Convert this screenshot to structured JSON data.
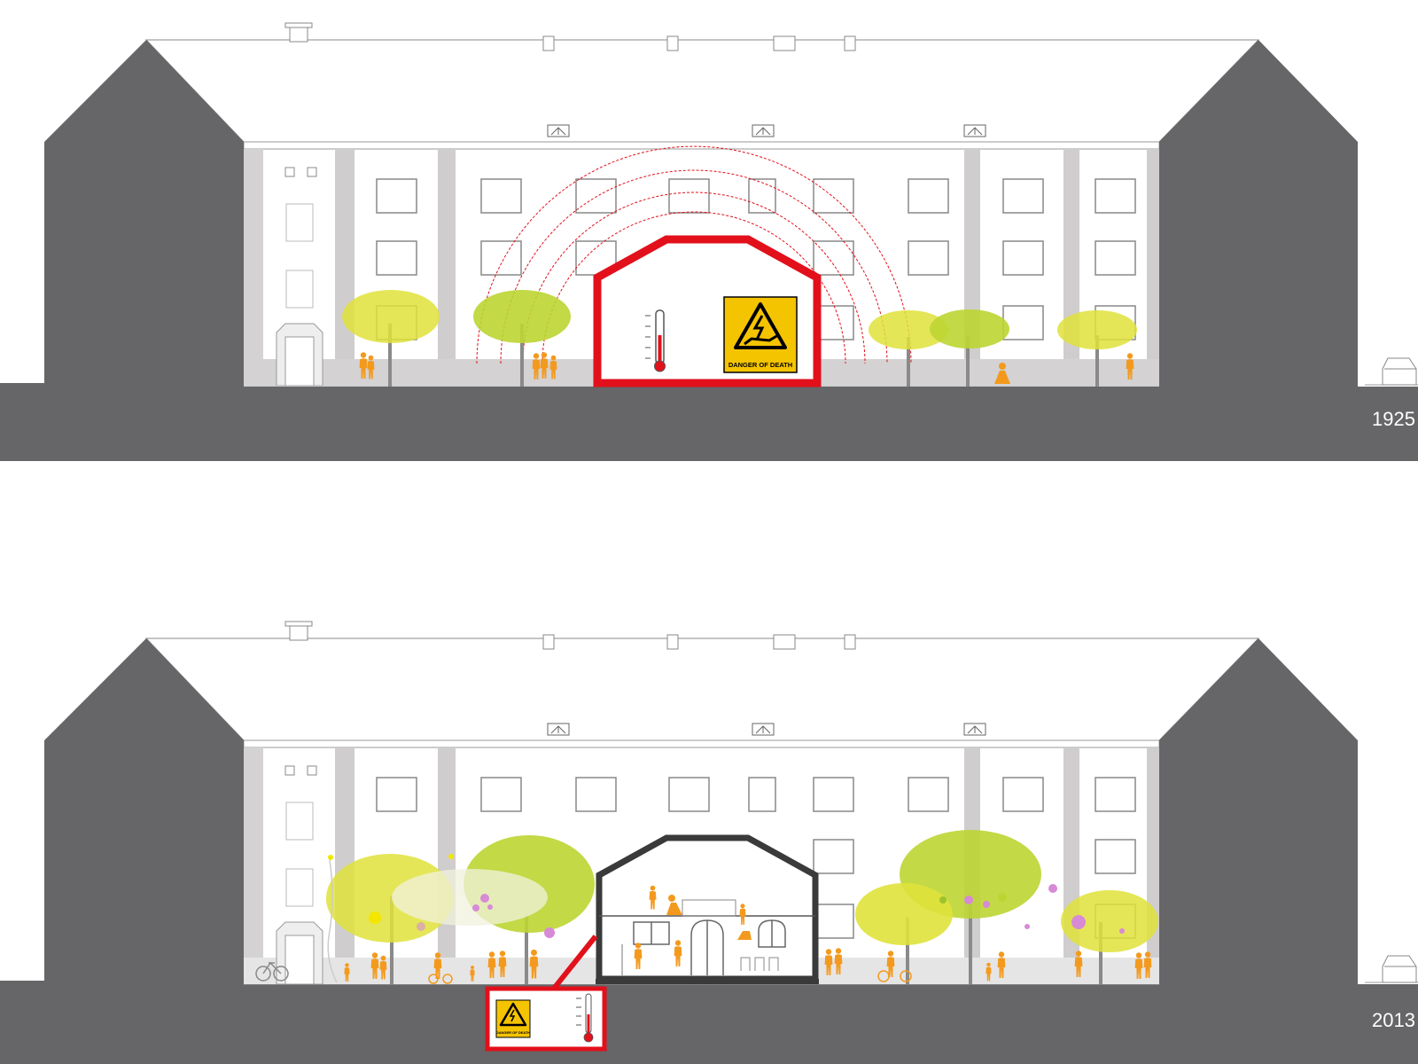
{
  "panels": [
    {
      "id": "before",
      "year": "1925",
      "sign_text": "DANGER OF DEATH"
    },
    {
      "id": "after",
      "year": "2013",
      "sign_text": "DANGER OF DEATH"
    }
  ],
  "colors": {
    "ground": "#666567",
    "gable": "#666567",
    "facade": "#ffffff",
    "pilaster": "#cfcdcd",
    "plinth": "#d4d2d2",
    "substation_red": "#e2101b",
    "substation_new": "#3a3a3a",
    "people": "#f39a1e",
    "tree_light": "#dfe23a",
    "tree_green": "#bcd532",
    "warning_yellow": "#f5c400",
    "blossom_pink": "#d78ad6"
  },
  "icons": {
    "warning": "high-voltage-warning-icon",
    "thermometer": "thermometer-icon",
    "arrow": "relocation-arrow-icon"
  }
}
